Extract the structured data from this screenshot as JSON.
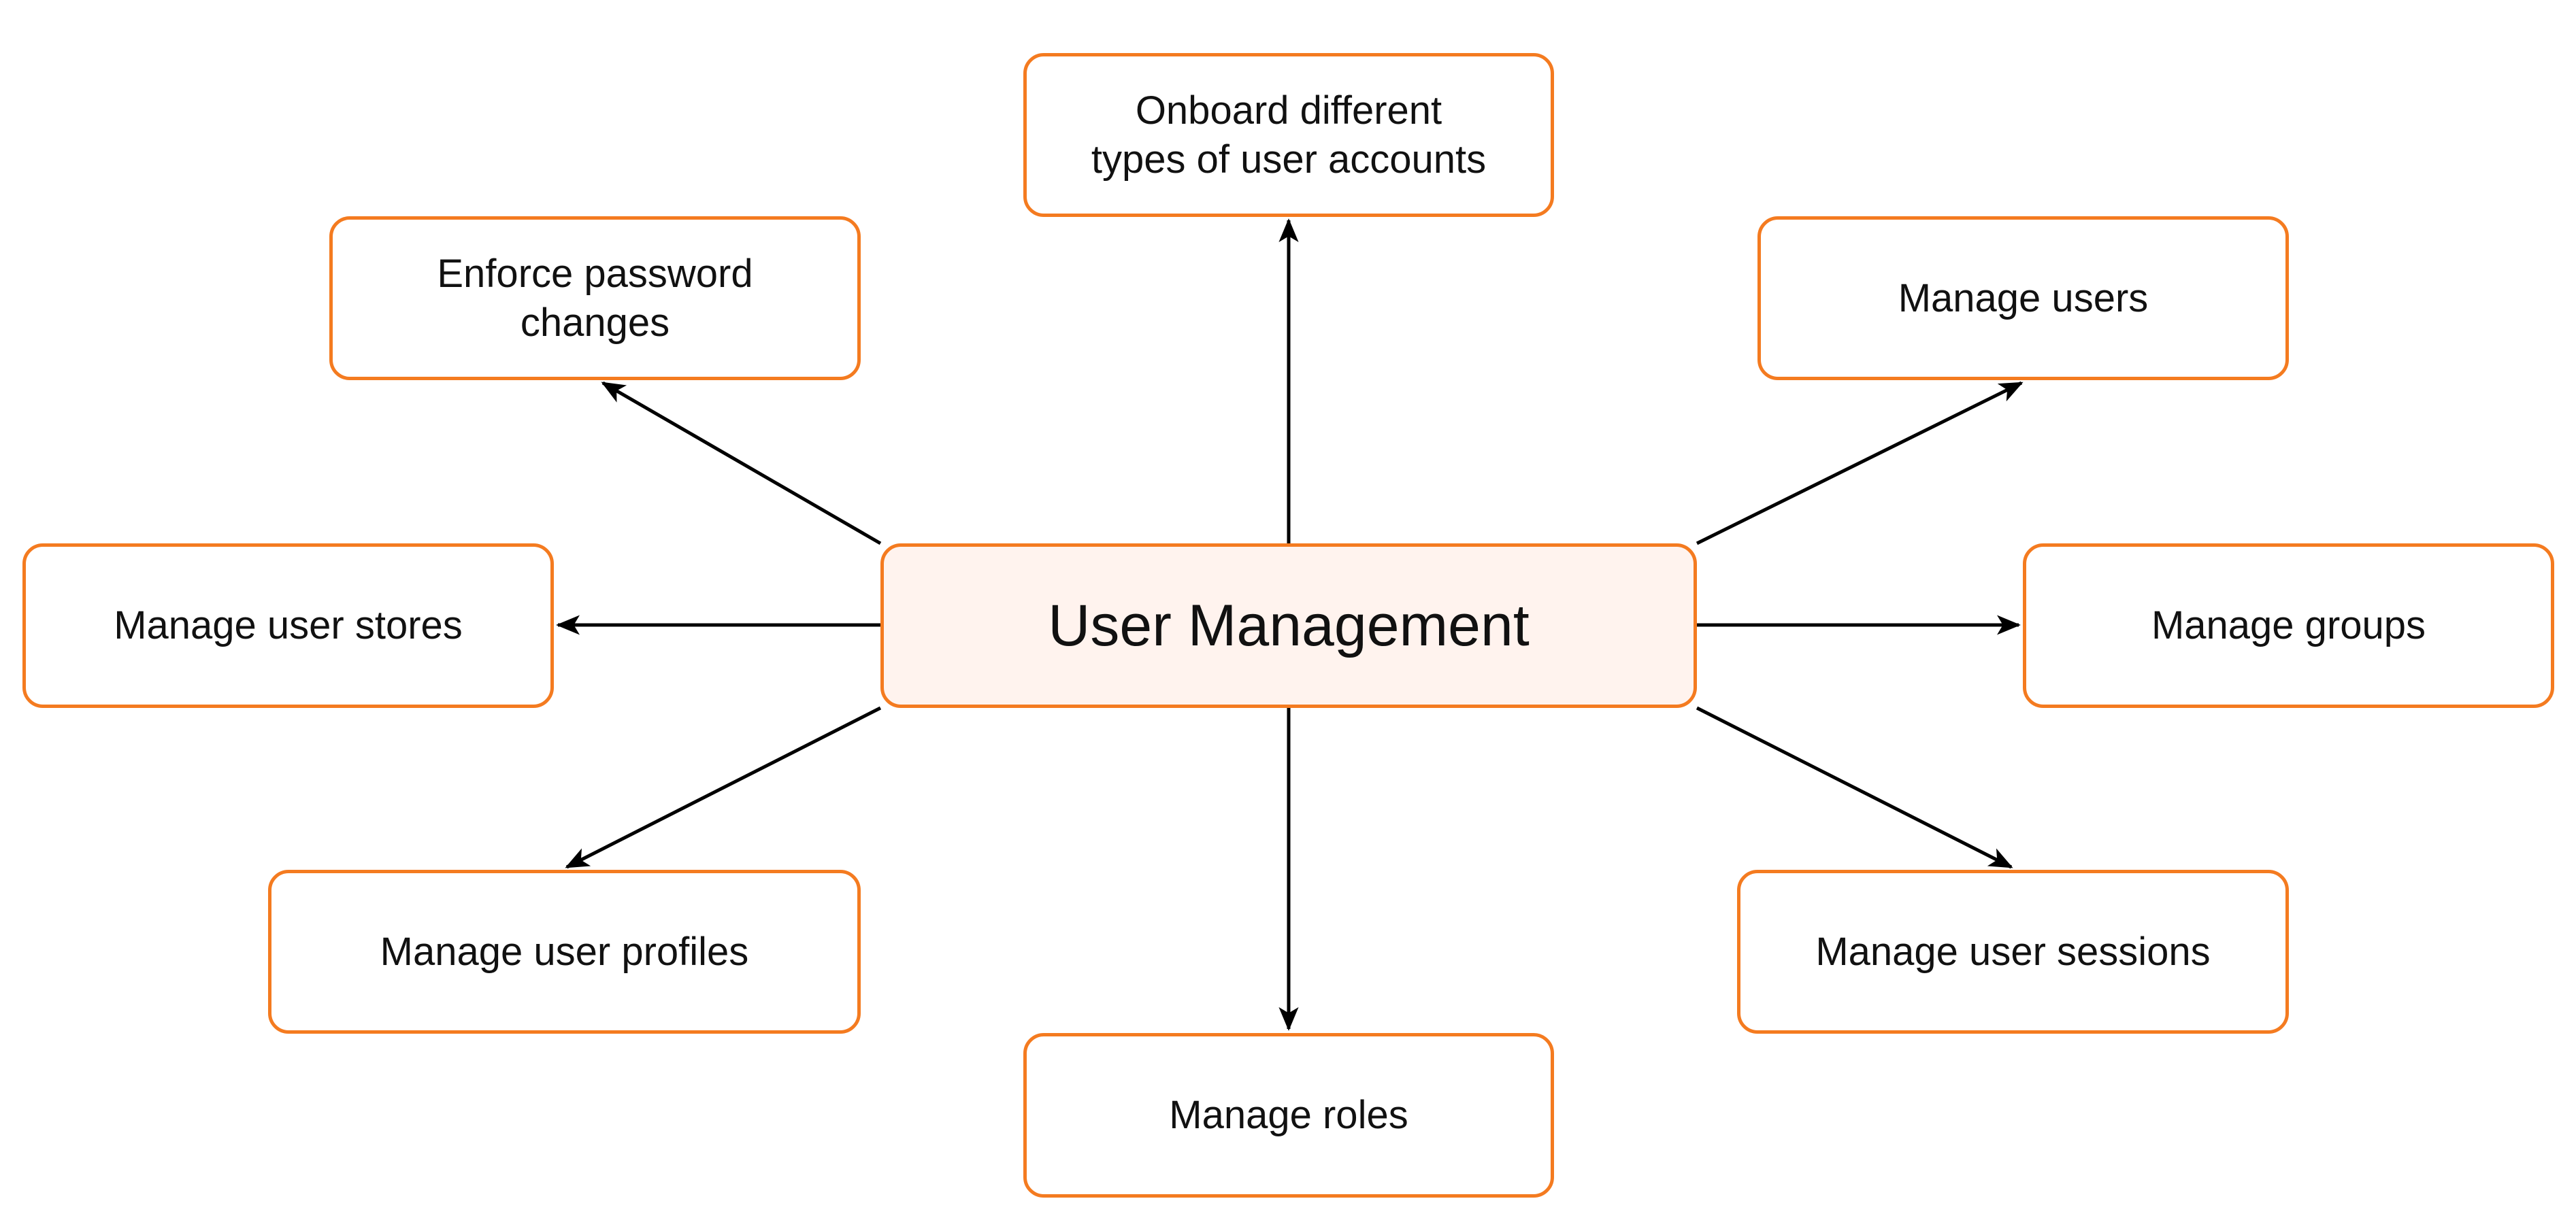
{
  "diagram": {
    "center": {
      "label": "User Management"
    },
    "nodes": {
      "top": "Onboard different\ntypes of user accounts",
      "upper_left": "Enforce password\nchanges",
      "upper_right": "Manage users",
      "left": "Manage user stores",
      "right": "Manage groups",
      "lower_left": "Manage user profiles",
      "lower_right": "Manage user sessions",
      "bottom": "Manage roles"
    }
  },
  "colors": {
    "node_border": "#F47B20",
    "center_fill": "#FFF3EE",
    "arrow": "#000000",
    "text": "#111111"
  }
}
